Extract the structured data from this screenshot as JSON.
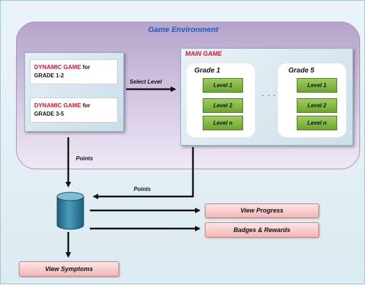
{
  "environment": {
    "title": "Game Environment"
  },
  "dynamic_games": [
    {
      "highlight": "DYNAMIC GAME",
      "suffix": "for",
      "grade": "GRADE 1-2"
    },
    {
      "highlight": "DYNAMIC GAME",
      "suffix": "for",
      "grade": "GRADE 3-5"
    }
  ],
  "main_game": {
    "title": "MAIN GAME",
    "ellipsis": ". . .",
    "grades": [
      {
        "title": "Grade 1",
        "levels": [
          "Level 1",
          "Level 2",
          "Level n"
        ]
      },
      {
        "title": "Grade 5",
        "levels": [
          "Level 1",
          "Level 2",
          "Level n"
        ]
      }
    ]
  },
  "labels": {
    "select_level": "Select Level",
    "points_left": "Points",
    "points_right": "Points"
  },
  "outputs": {
    "view_progress": "View Progress",
    "badges_rewards": "Badges & Rewards",
    "view_symptoms": "View Symptoms"
  },
  "colors": {
    "accent_red": "#e0102a",
    "title_blue": "#1f5bbf",
    "level_green": "#7fb43f",
    "database_teal": "#2f7c9a"
  }
}
